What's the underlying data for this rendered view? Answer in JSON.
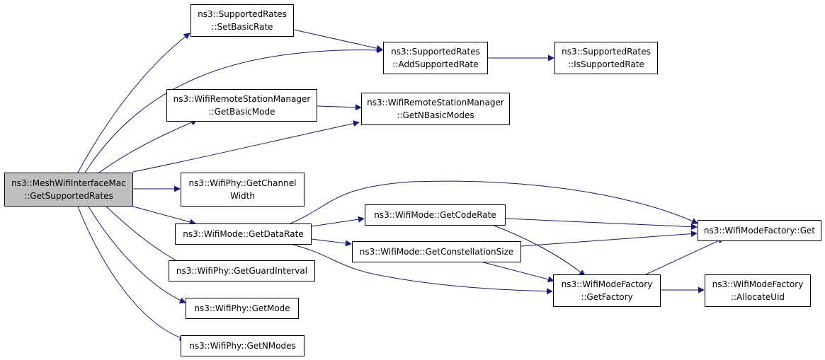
{
  "colors": {
    "edge": "#191970",
    "node_border": "#000000",
    "node_fill": "#ffffff",
    "root_fill": "#bfbfbf"
  },
  "nodes": {
    "root": {
      "lines": [
        "ns3::MeshWifiInterfaceMac",
        "::GetSupportedRates"
      ]
    },
    "setBasicRate": {
      "lines": [
        "ns3::SupportedRates",
        "::SetBasicRate"
      ]
    },
    "addSupported": {
      "lines": [
        "ns3::SupportedRates",
        "::AddSupportedRate"
      ]
    },
    "isSupported": {
      "lines": [
        "ns3::SupportedRates",
        "::IsSupportedRate"
      ]
    },
    "getBasicMode": {
      "lines": [
        "ns3::WifiRemoteStationManager",
        "::GetBasicMode"
      ]
    },
    "getNBasic": {
      "lines": [
        "ns3::WifiRemoteStationManager",
        "::GetNBasicModes"
      ]
    },
    "chanWidth": {
      "lines": [
        "ns3::WifiPhy::GetChannel",
        "Width"
      ]
    },
    "dataRate": {
      "lines": [
        "ns3::WifiMode::GetDataRate"
      ]
    },
    "guard": {
      "lines": [
        "ns3::WifiPhy::GetGuardInterval"
      ]
    },
    "getMode": {
      "lines": [
        "ns3::WifiPhy::GetMode"
      ]
    },
    "nModes": {
      "lines": [
        "ns3::WifiPhy::GetNModes"
      ]
    },
    "codeRate": {
      "lines": [
        "ns3::WifiMode::GetCodeRate"
      ]
    },
    "constSize": {
      "lines": [
        "ns3::WifiMode::GetConstellationSize"
      ]
    },
    "factoryGet": {
      "lines": [
        "ns3::WifiModeFactory::Get"
      ]
    },
    "getFactory": {
      "lines": [
        "ns3::WifiModeFactory",
        "::GetFactory"
      ]
    },
    "allocUid": {
      "lines": [
        "ns3::WifiModeFactory",
        "::AllocateUid"
      ]
    }
  }
}
